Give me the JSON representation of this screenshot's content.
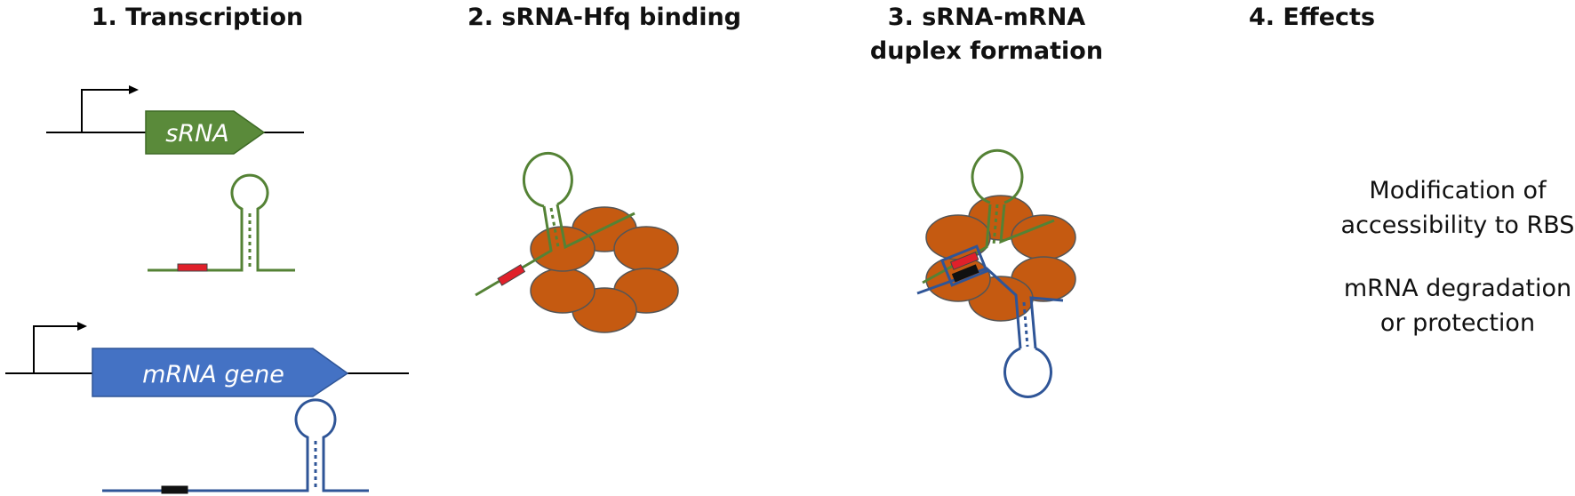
{
  "steps": [
    {
      "title": "1. Transcription"
    },
    {
      "title": "2. sRNA-Hfq binding"
    },
    {
      "title_line1": "3. sRNA-mRNA",
      "title_line2": "duplex formation"
    },
    {
      "title": "4. Effects"
    }
  ],
  "genes": {
    "srna_label": "sRNA",
    "mrna_label": "mRNA gene"
  },
  "effects": {
    "effect1_line1": "Modification of",
    "effect1_line2": "accessibility to RBS",
    "effect2_line1": "mRNA degradation",
    "effect2_line2": "or protection"
  },
  "colors": {
    "srna_green": "#548235",
    "srna_gene_fill": "#5a8a3a",
    "mrna_blue": "#2f5597",
    "mrna_gene_fill": "#4472c4",
    "hfq_orange": "#c55a11",
    "rbs_red": "#e0202a",
    "seed_black": "#111111"
  }
}
